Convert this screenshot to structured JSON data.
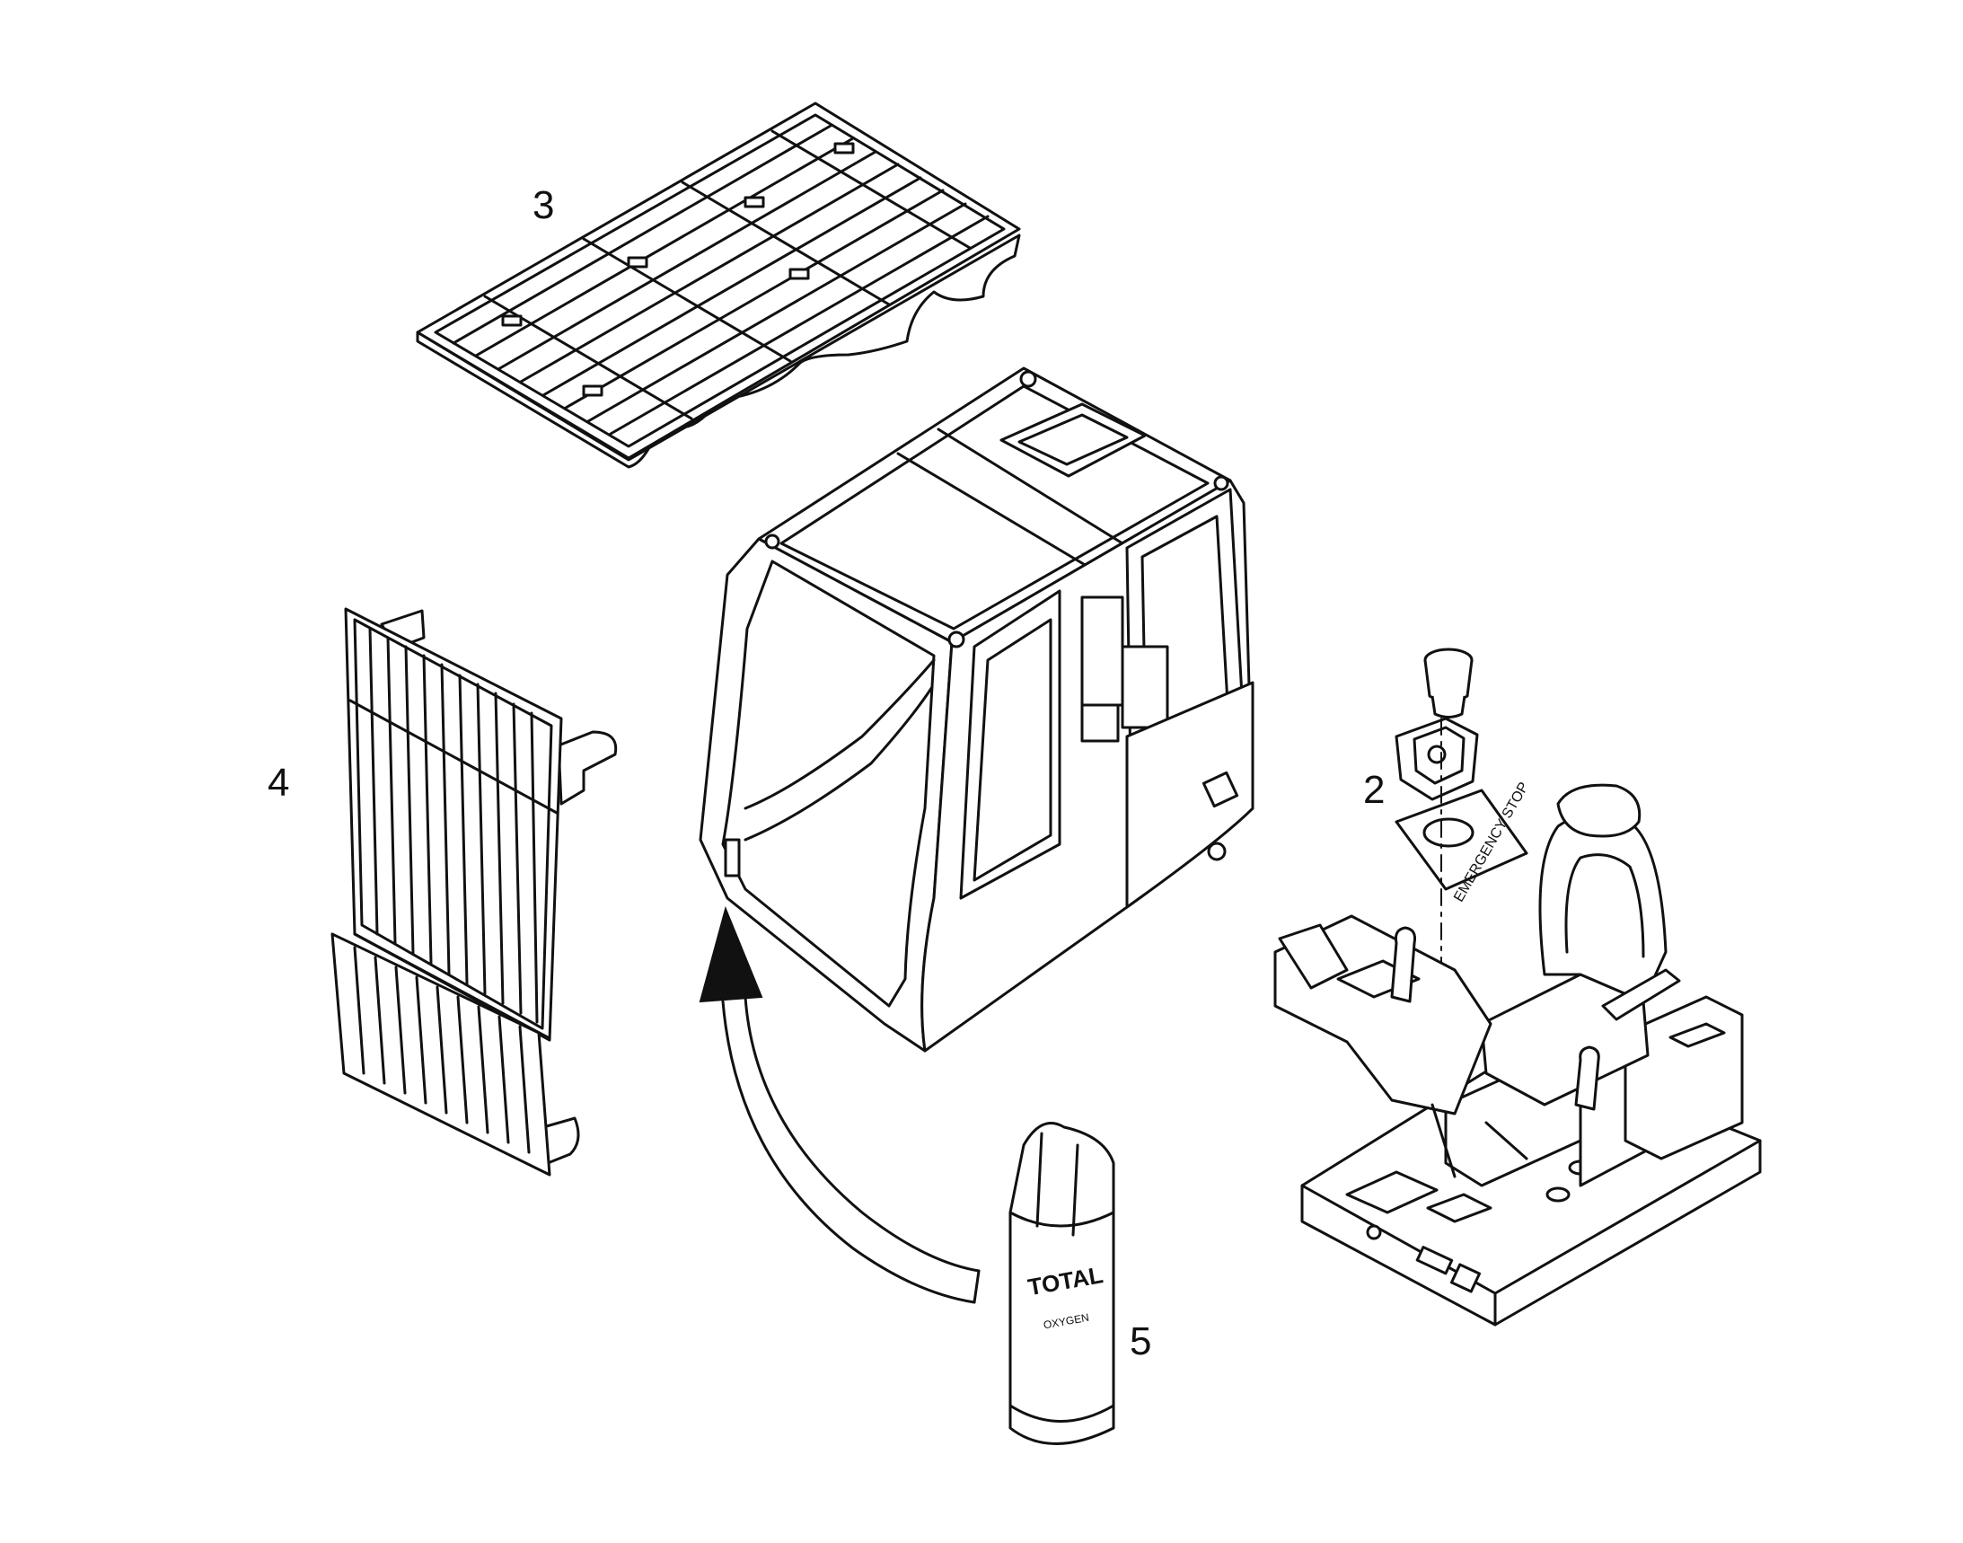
{
  "callouts": {
    "c2": "2",
    "c3": "3",
    "c4": "4",
    "c5": "5"
  },
  "parts": {
    "bottle_label_main": "TOTAL",
    "bottle_label_sub": "OXYGEN",
    "decal_text": "EMERGENCY STOP"
  },
  "colors": {
    "line": "#111111",
    "background": "#ffffff"
  }
}
